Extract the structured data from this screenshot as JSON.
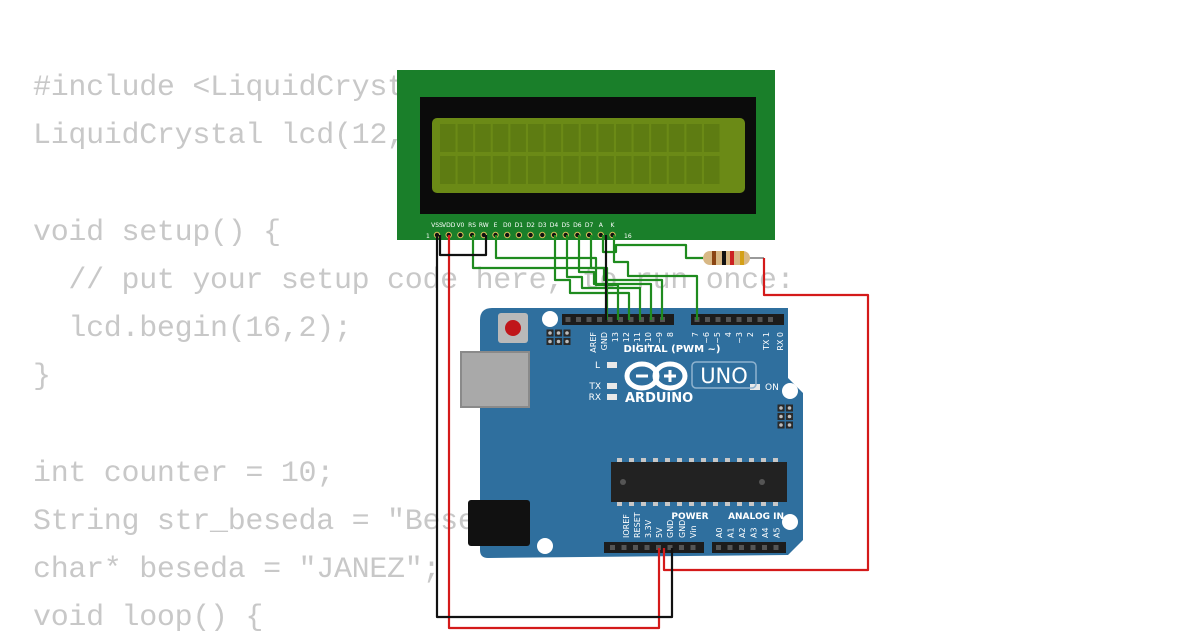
{
  "code": {
    "lines": [
      "#include <LiquidCrystal.h>",
      "LiquidCrystal lcd(12,11,10,9,8,7);",
      "",
      "void setup() {",
      "  // put your setup code here, to run once:",
      "  lcd.begin(16,2);",
      "}",
      "",
      "int counter = 10;",
      "String str_beseda = \"Besed lo",
      "char* beseda = \"JANEZ\";",
      "void loop() {"
    ]
  },
  "lcd": {
    "pin_labels": [
      "VSS",
      "VDD",
      "V0",
      "RS",
      "RW",
      "E",
      "D0",
      "D1",
      "D2",
      "D3",
      "D4",
      "D5",
      "D6",
      "D7",
      "A",
      "K"
    ],
    "pin_first": "1",
    "pin_last": "16",
    "pcb_color": "#1a7f2a",
    "screen_color": "#6b8a16"
  },
  "arduino": {
    "board_color": "#2f6f9e",
    "logo_text": "ARDUINO",
    "model": "UNO",
    "digital_header_labels": [
      "AREF",
      "GND",
      "13",
      "12",
      "~11",
      "~10",
      "~9",
      "8",
      "7",
      "~6",
      "~5",
      "4",
      "~3",
      "2",
      "TX 1",
      "RX 0"
    ],
    "digital_label": "DIGITAL (PWM ~)",
    "led_labels": {
      "l": "L",
      "tx": "TX",
      "rx": "RX",
      "on": "ON"
    },
    "power_label": "POWER",
    "power_pins": [
      "IOREF",
      "RESET",
      "3.3V",
      "5V",
      "GND",
      "GND",
      "Vin"
    ],
    "analog_label": "ANALOG IN",
    "analog_pins": [
      "A0",
      "A1",
      "A2",
      "A3",
      "A4",
      "A5"
    ]
  },
  "wires": {
    "green": "#1f8b1f",
    "red": "#d41a1a",
    "black": "#111111"
  }
}
